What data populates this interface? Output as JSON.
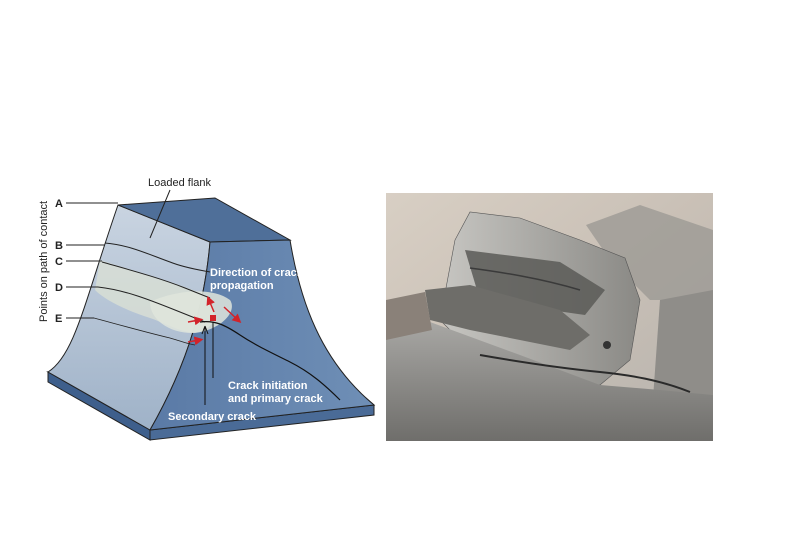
{
  "diagram": {
    "point_labels": [
      "A",
      "B",
      "C",
      "D",
      "E"
    ],
    "axis_label": "Points on path of contact",
    "loaded_flank": "Loaded flank",
    "direction_line1": "Direction of crack",
    "direction_line2": "propagation",
    "initiation_line1": "Crack initiation",
    "initiation_line2": "and primary crack",
    "secondary_crack": "Secondary crack"
  },
  "colors": {
    "tooth_front": "#6f8fb6",
    "tooth_top": "#4f6f99",
    "tooth_flank_light": "#b8c6d6",
    "tooth_side": "#5a7ba6",
    "crack_zone": "#d6ddd5",
    "arrow_red": "#d2232a"
  },
  "photo": {
    "alt": "gear-tooth-fracture-photo"
  }
}
